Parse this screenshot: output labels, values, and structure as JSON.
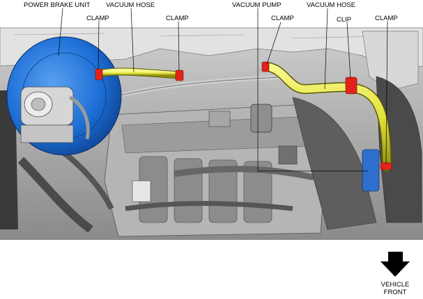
{
  "labels": {
    "power_brake_unit": "POWER BRAKE UNIT",
    "clamp_left": "CLAMP",
    "vacuum_hose_left": "VACUUM HOSE",
    "clamp_center": "CLAMP",
    "vacuum_pump": "VACUUM PUMP",
    "clamp_pump": "CLAMP",
    "vacuum_hose_right": "VACUUM HOSE",
    "clip": "CLIP",
    "clamp_right": "CLAMP",
    "vehicle_front_line1": "VEHICLE",
    "vehicle_front_line2": "FRONT"
  },
  "colors": {
    "brake_booster": "#1d6fd6",
    "hose": "#e2e23a",
    "clamp": "#e0241c",
    "engine_dark": "#4a4a4a",
    "engine_mid": "#9a9a9a",
    "engine_light": "#d4d4d4"
  },
  "icons": {
    "front_arrow": "down-arrow-icon"
  }
}
